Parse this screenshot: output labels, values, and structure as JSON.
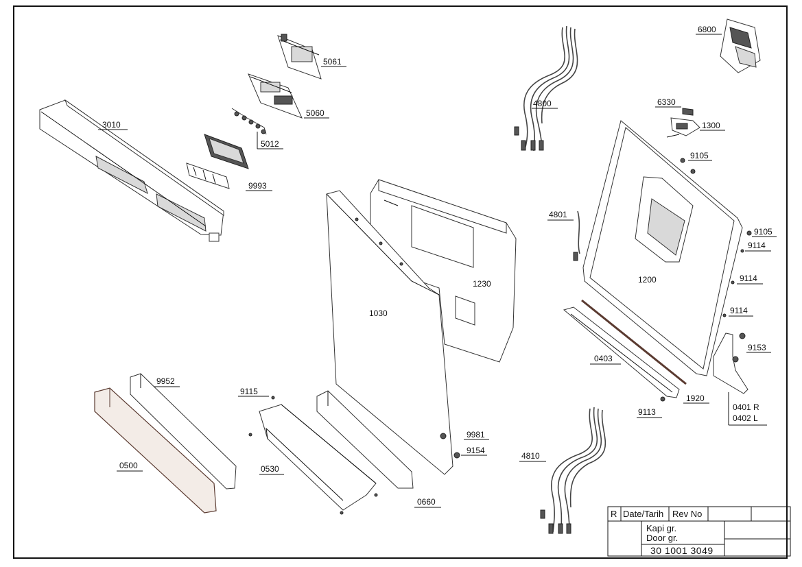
{
  "parts": [
    {
      "id": "p3010",
      "label": "3010"
    },
    {
      "id": "p5061",
      "label": "5061"
    },
    {
      "id": "p5060",
      "label": "5060"
    },
    {
      "id": "p5012",
      "label": "5012"
    },
    {
      "id": "p9993",
      "label": "9993"
    },
    {
      "id": "p4800",
      "label": "4800"
    },
    {
      "id": "p6800",
      "label": "6800"
    },
    {
      "id": "p6330",
      "label": "6330"
    },
    {
      "id": "p1300",
      "label": "1300"
    },
    {
      "id": "p9105a",
      "label": "9105"
    },
    {
      "id": "p9105b",
      "label": "9105"
    },
    {
      "id": "p9114a",
      "label": "9114"
    },
    {
      "id": "p9114b",
      "label": "9114"
    },
    {
      "id": "p9114c",
      "label": "9114"
    },
    {
      "id": "p4801",
      "label": "4801"
    },
    {
      "id": "p1230",
      "label": "1230"
    },
    {
      "id": "p1030",
      "label": "1030"
    },
    {
      "id": "p1200",
      "label": "1200"
    },
    {
      "id": "p9153",
      "label": "9153"
    },
    {
      "id": "p0403",
      "label": "0403"
    },
    {
      "id": "p1920",
      "label": "1920"
    },
    {
      "id": "p9113",
      "label": "9113"
    },
    {
      "id": "p0401",
      "label": "0401 R"
    },
    {
      "id": "p0402",
      "label": "0402 L"
    },
    {
      "id": "p9952",
      "label": "9952"
    },
    {
      "id": "p9115",
      "label": "9115"
    },
    {
      "id": "p9981",
      "label": "9981"
    },
    {
      "id": "p9154",
      "label": "9154"
    },
    {
      "id": "p0500",
      "label": "0500"
    },
    {
      "id": "p0530",
      "label": "0530"
    },
    {
      "id": "p0660",
      "label": "0660"
    },
    {
      "id": "p4810",
      "label": "4810"
    }
  ],
  "title_block": {
    "r": "R",
    "date": "Date/Tarih",
    "rev": "Rev No",
    "line1": "Kapi gr.",
    "line2": "Door gr.",
    "number": "30 1001 3049"
  }
}
